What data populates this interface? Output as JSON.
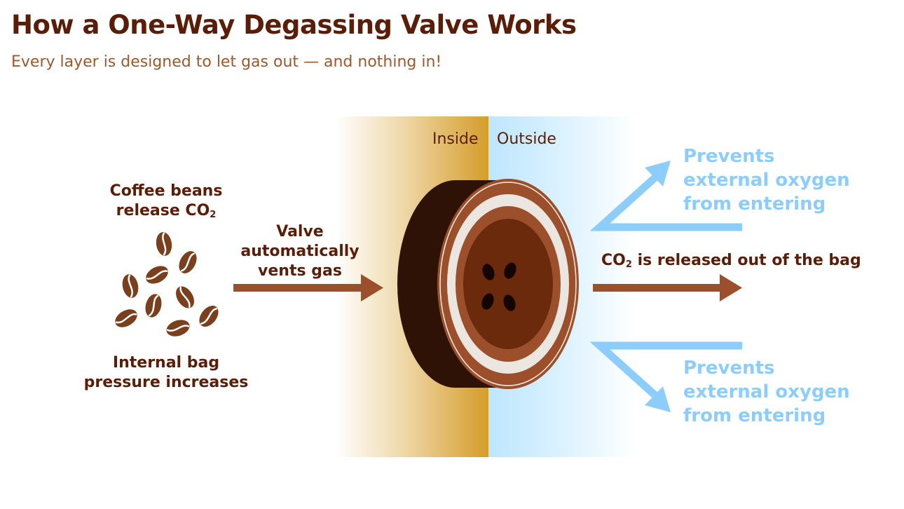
{
  "title": "How a One-Way Degassing Valve Works",
  "subtitle": "Every layer is designed to let gas out — and nothing in!",
  "zones": {
    "inside": "Inside",
    "outside": "Outside"
  },
  "beans_label": {
    "line1": "Coffee beans",
    "line2_prefix": "release CO",
    "line2_sub": "2"
  },
  "pressure_label": {
    "line1": "Internal bag",
    "line2": "pressure increases"
  },
  "valve_label": {
    "line1": "Valve",
    "line2": "automatically",
    "line3": "vents gas"
  },
  "co2_label": {
    "prefix": "CO",
    "sub": "2",
    "suffix": " is released out of the bag"
  },
  "prevent_top": {
    "line1": "Prevents",
    "line2": "external oxygen",
    "line3": "from entering"
  },
  "prevent_bottom": {
    "line1": "Prevents",
    "line2": "external oxygen",
    "line3": "from entering"
  },
  "colors": {
    "dark_brown": "#5a1e08",
    "arrow_brown": "#9b4f2b",
    "light_blue": "#8ccdfb",
    "bean": "#7a3f1c",
    "valve_ring": "#9b4f2b",
    "valve_center": "#6b2a0c"
  }
}
